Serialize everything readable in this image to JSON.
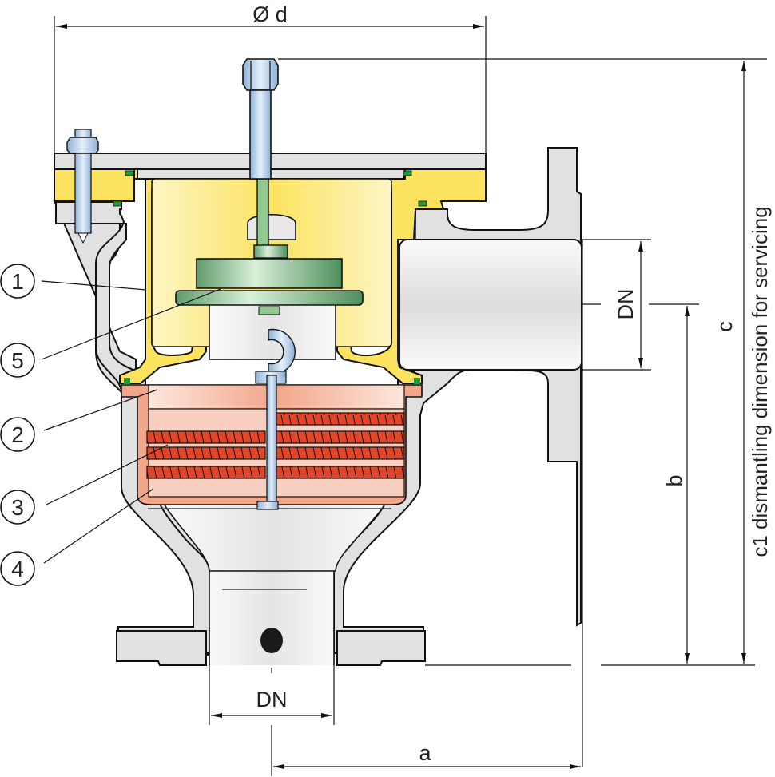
{
  "title": "Flame arrester valve cross-section with dimensions",
  "dimensions": {
    "diameter_label": "Ø d",
    "outlet_dn_label": "DN",
    "inlet_dn_label": "DN",
    "a_label": "a",
    "b_label": "b",
    "c_label": "c",
    "c1_label": "c1 dismantling dimension for servicing"
  },
  "callouts": [
    {
      "number": "1"
    },
    {
      "number": "5"
    },
    {
      "number": "2"
    },
    {
      "number": "3"
    },
    {
      "number": "4"
    }
  ],
  "colors": {
    "housing": "#e1e1e1",
    "hood": "#fbe35f",
    "pallet": "#8fc98f",
    "flame_arrester_cage": "#f2a68a",
    "arrester_element": "#e2462a",
    "bolt": "#b9cfe6",
    "gasket": "#1f9a3e"
  }
}
